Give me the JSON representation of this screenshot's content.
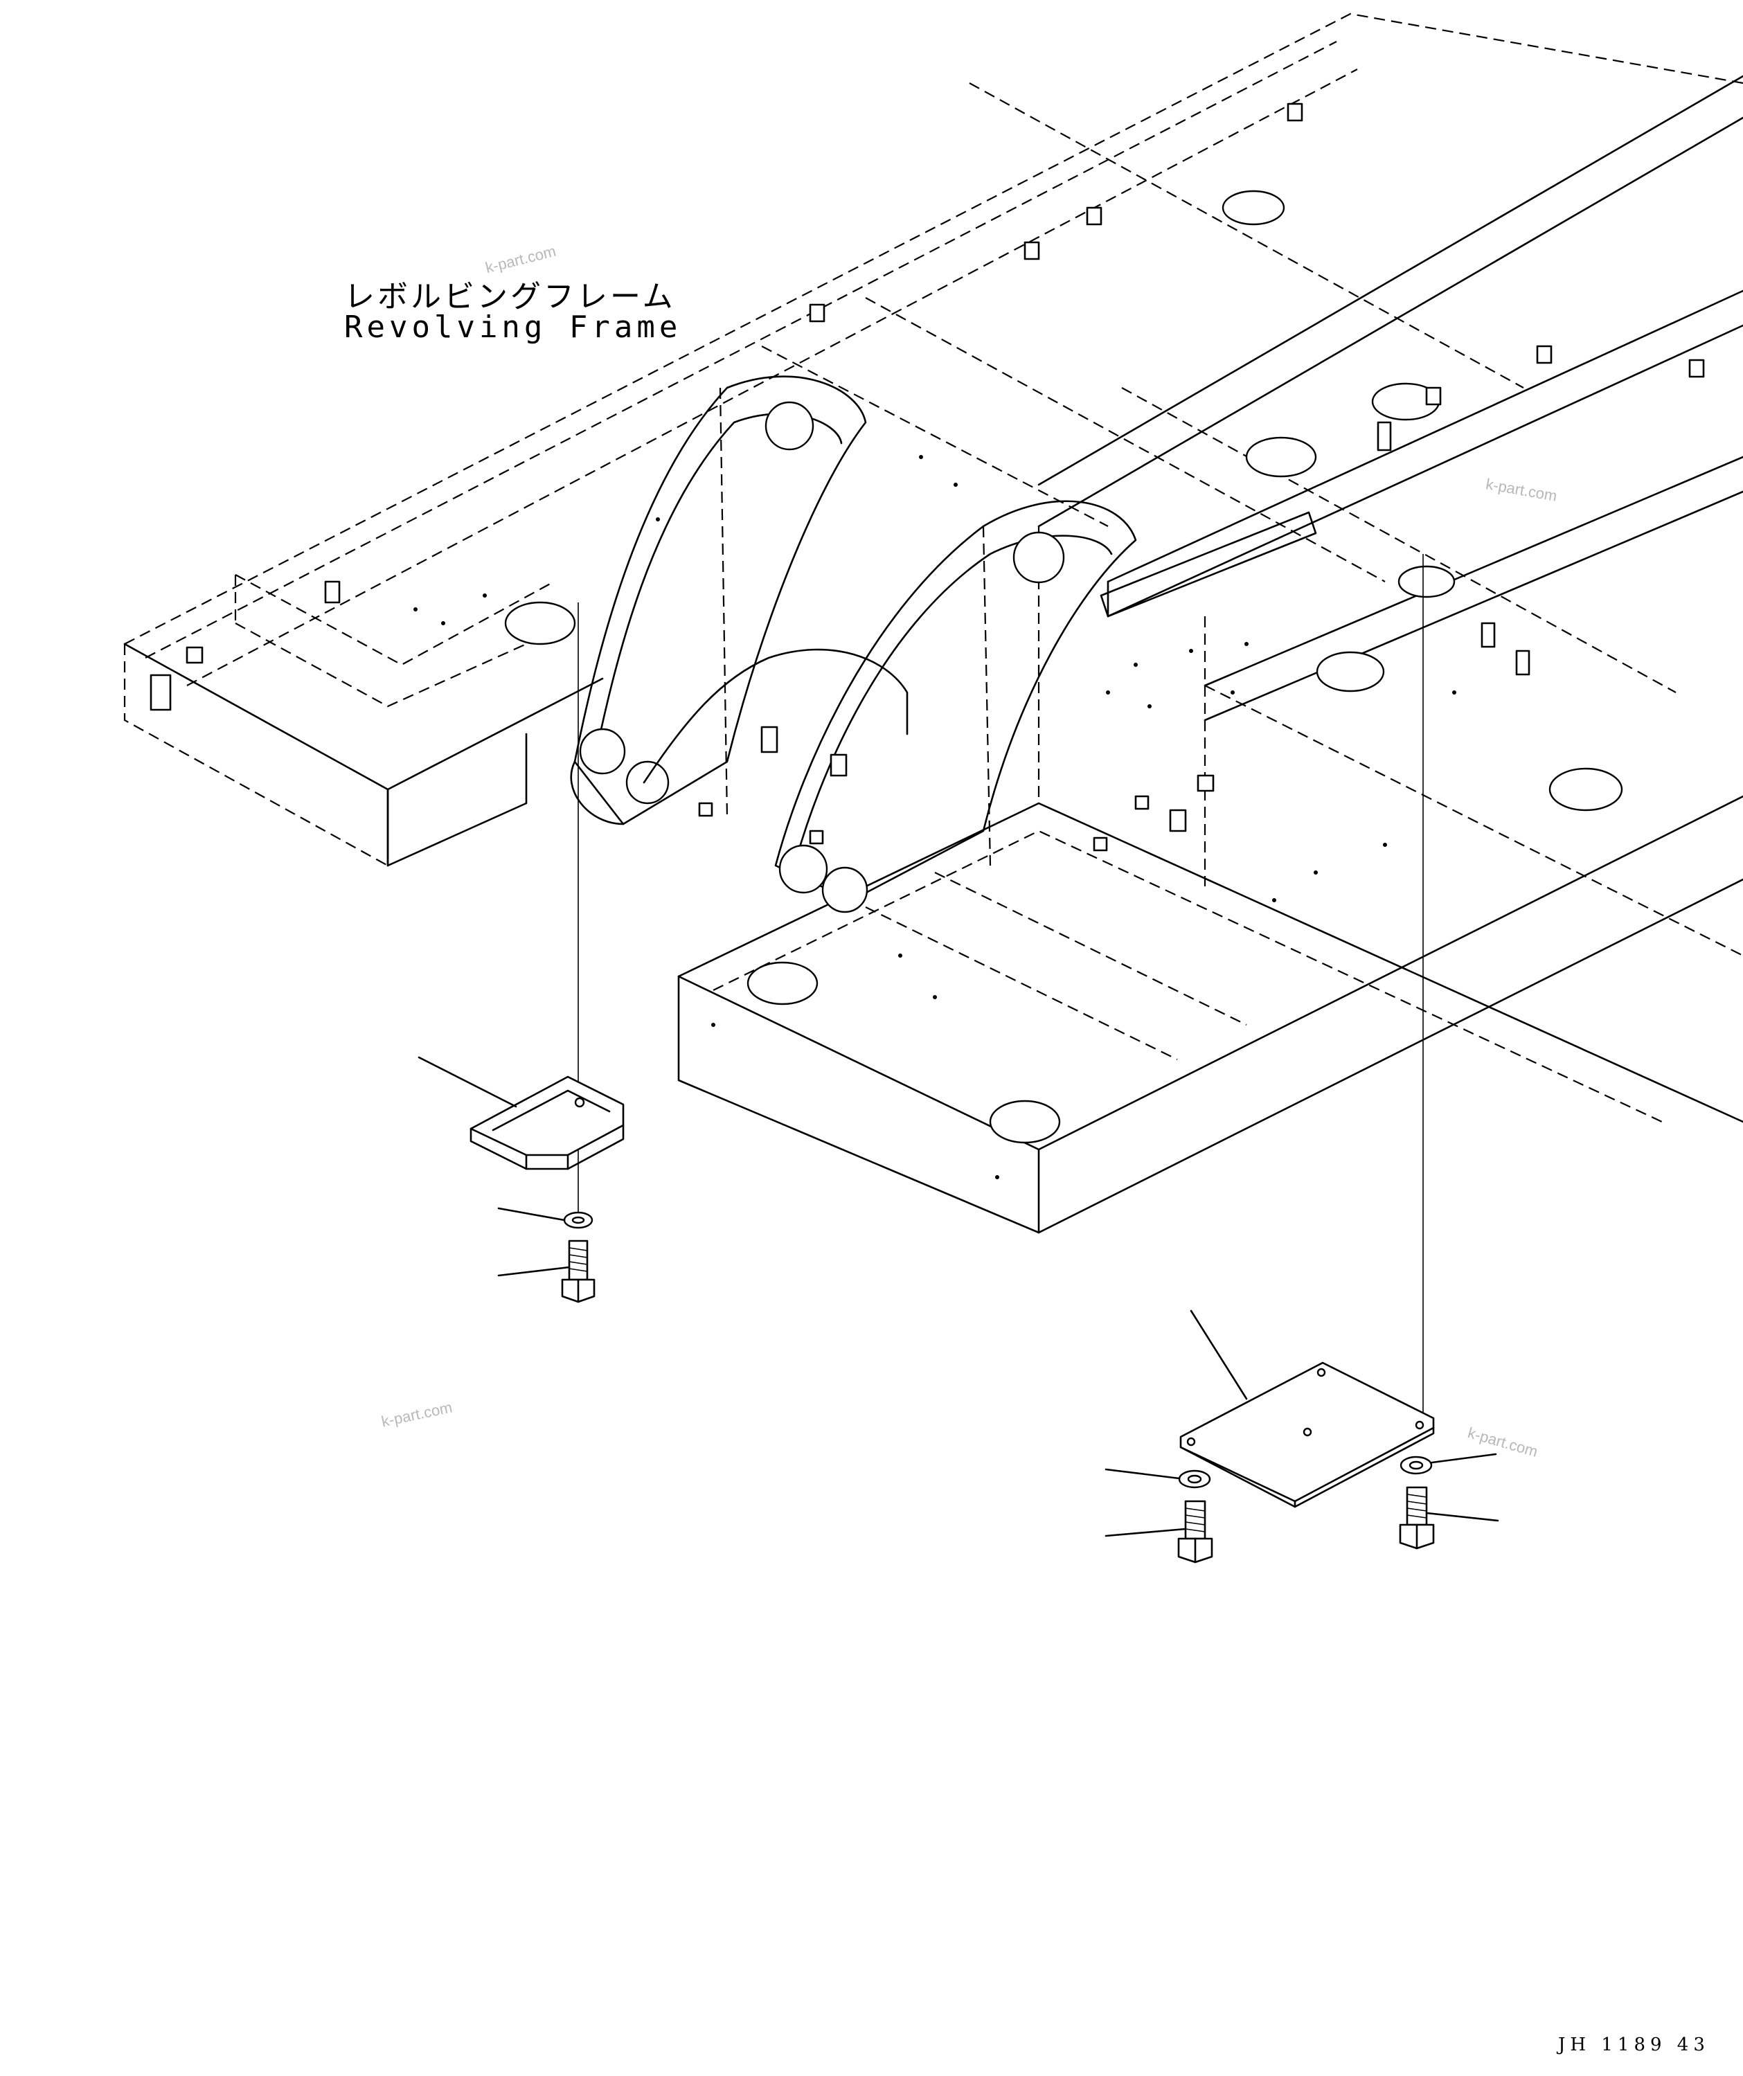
{
  "frame_label": {
    "japanese": "レボルビングフレーム",
    "english": "Revolving Frame"
  },
  "watermark_text": "k-part.com",
  "drawing_ref": "JH 1189 43",
  "colors": {
    "line": "#000000",
    "background": "#ffffff",
    "watermark": "#b8b8b8"
  }
}
